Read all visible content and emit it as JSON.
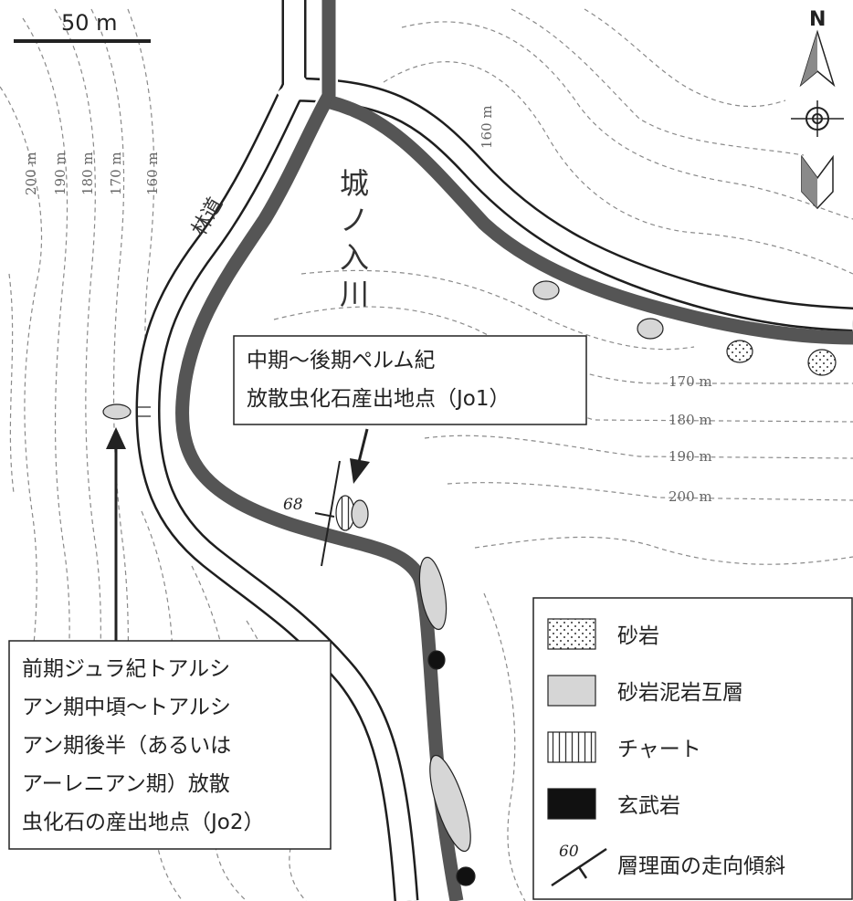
{
  "scale_bar": {
    "label": "50 m"
  },
  "north_label": "N",
  "contour_labels_west": [
    "200 m",
    "190 m",
    "180 m",
    "170 m",
    "160 m"
  ],
  "contour_labels_east": [
    "160 m",
    "170 m",
    "180 m",
    "190 m",
    "200 m"
  ],
  "river_name": [
    "城",
    "ノ",
    "入",
    "川"
  ],
  "road_name": "林道",
  "dip_measurement": "68",
  "callout_jo1": {
    "lines": [
      "中期～後期ペルム紀",
      "放散虫化石産出地点（Jo1）"
    ]
  },
  "callout_jo2": {
    "lines": [
      "前期ジュラ紀トアルシ",
      "アン期中頃～トアルシ",
      "アン期後半（あるいは",
      "アーレニアン期）放散",
      "虫化石の産出地点（Jo2）"
    ]
  },
  "legend": {
    "items": [
      {
        "label": "砂岩",
        "pattern": "dots"
      },
      {
        "label": "砂岩泥岩互層",
        "pattern": "light-gray"
      },
      {
        "label": "チャート",
        "pattern": "vertical-lines"
      },
      {
        "label": "玄武岩",
        "pattern": "black"
      },
      {
        "label": "層理面の走向傾斜",
        "pattern": "strike-dip",
        "sample_value": "60"
      }
    ]
  },
  "colors": {
    "river": "#555555",
    "sandstone_mudstone": "#d6d6d6",
    "basalt": "#111111",
    "contour": "#8a8a8a"
  }
}
